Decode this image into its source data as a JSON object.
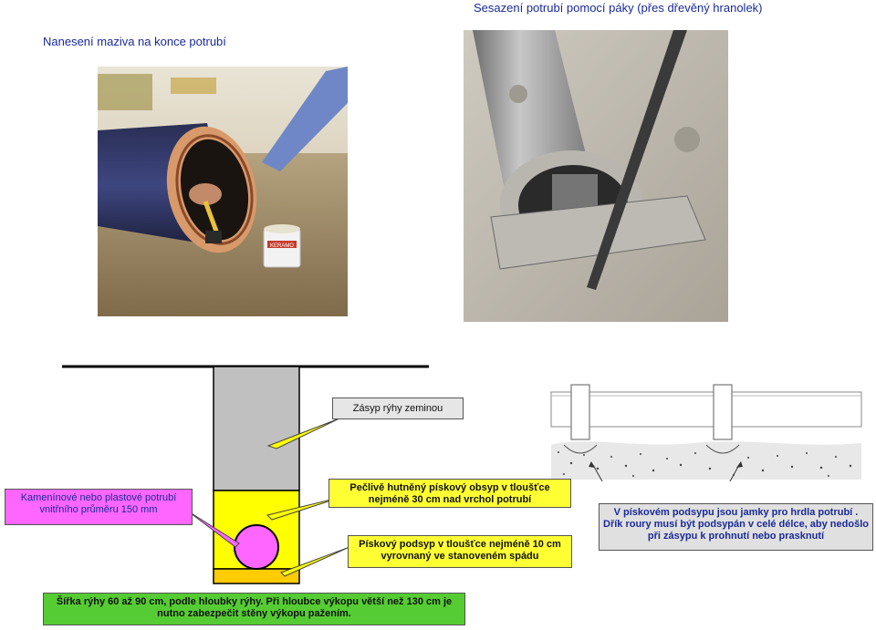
{
  "titles": {
    "left_photo": "Nanesení maziva na konce potrubí",
    "right_photo": "Sesazení potrubí pomocí páky (přes dřevěný hranolek)"
  },
  "photo_logo": "KERAMO",
  "labels": {
    "backfill": "Zásyp rýhy zeminou",
    "pipe_type": "Kamenínové nebo plastové potrubí vnitřního průměru 150 mm",
    "sand_cover": "Pečlivě hutněný pískový obsyp v tloušťce nejméně 30 cm nad vrchol potrubí",
    "sand_bed": "Pískový podsyp v tloušťce nejméně 10 cm vyrovnaný ve stanoveném spádu",
    "bed_pits": "V pískovém podsypu jsou jamky pro hrdla potrubí . Dřík roury musí být podsypán v celé délce, aby nedošlo při zásypu k prohnutí nebo prasknutí",
    "trench_width": "Šířka rýhy 60 až 90 cm, podle hloubky rýhy. Při hloubce výkopu větší než 130 cm je nutno zabezpečit stěny výkopu pažením."
  },
  "colors": {
    "title_text": "#1a2a99",
    "trench_backfill": "#c0c0c0",
    "sand": "#ffff00",
    "sand_bed": "#ffcc00",
    "pipe": "#ff66ff",
    "label_green": "#55cc33",
    "label_gray": "#e6e6e6"
  }
}
